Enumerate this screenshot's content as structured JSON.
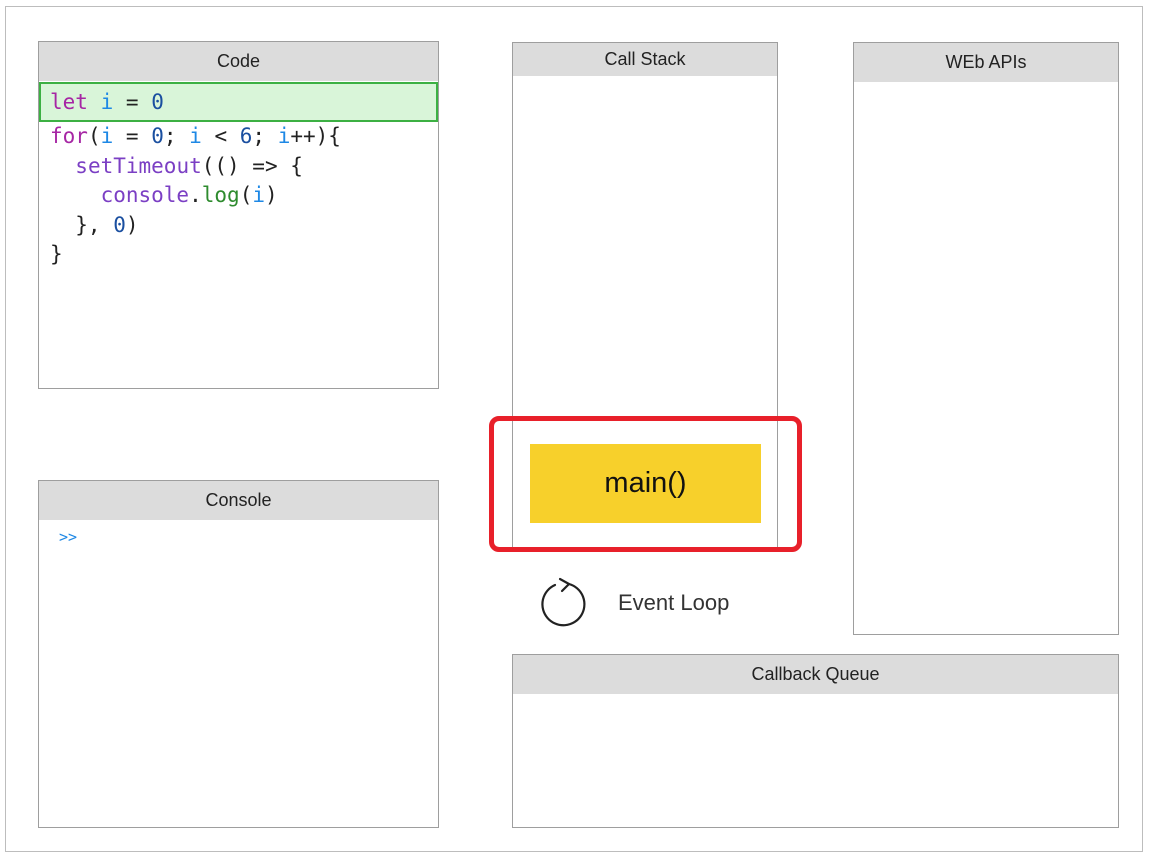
{
  "panels": {
    "code": {
      "title": "Code"
    },
    "console": {
      "title": "Console",
      "prompt": ">>"
    },
    "call_stack": {
      "title": "Call Stack",
      "frames": [
        "main()"
      ]
    },
    "web_apis": {
      "title": "WEb APIs"
    },
    "callback_queue": {
      "title": "Callback Queue"
    }
  },
  "code_lines": [
    {
      "highlighted": true,
      "tokens": [
        {
          "text": "let",
          "type": "kw"
        },
        {
          "text": " ",
          "type": "punc"
        },
        {
          "text": "i",
          "type": "var"
        },
        {
          "text": " = ",
          "type": "punc"
        },
        {
          "text": "0",
          "type": "num"
        }
      ]
    },
    {
      "highlighted": false,
      "tokens": [
        {
          "text": "for",
          "type": "kw"
        },
        {
          "text": "(",
          "type": "punc"
        },
        {
          "text": "i",
          "type": "var"
        },
        {
          "text": " = ",
          "type": "punc"
        },
        {
          "text": "0",
          "type": "num"
        },
        {
          "text": "; ",
          "type": "punc"
        },
        {
          "text": "i",
          "type": "var"
        },
        {
          "text": " < ",
          "type": "punc"
        },
        {
          "text": "6",
          "type": "num"
        },
        {
          "text": "; ",
          "type": "punc"
        },
        {
          "text": "i",
          "type": "var"
        },
        {
          "text": "++){",
          "type": "punc"
        }
      ]
    },
    {
      "highlighted": false,
      "tokens": [
        {
          "text": "  ",
          "type": "punc"
        },
        {
          "text": "setTimeout",
          "type": "fn"
        },
        {
          "text": "(() => {",
          "type": "punc"
        }
      ]
    },
    {
      "highlighted": false,
      "tokens": [
        {
          "text": "    ",
          "type": "punc"
        },
        {
          "text": "console",
          "type": "obj"
        },
        {
          "text": ".",
          "type": "punc"
        },
        {
          "text": "log",
          "type": "method"
        },
        {
          "text": "(",
          "type": "punc"
        },
        {
          "text": "i",
          "type": "var"
        },
        {
          "text": ")",
          "type": "punc"
        }
      ]
    },
    {
      "highlighted": false,
      "tokens": [
        {
          "text": "  }, ",
          "type": "punc"
        },
        {
          "text": "0",
          "type": "num"
        },
        {
          "text": ")",
          "type": "punc"
        }
      ]
    },
    {
      "highlighted": false,
      "tokens": [
        {
          "text": "}",
          "type": "punc"
        }
      ]
    }
  ],
  "event_loop": {
    "label": "Event Loop",
    "icon": "loop-arrow-icon"
  },
  "colors": {
    "highlight_line_bg": "#d9f5d9",
    "highlight_line_border": "#3cb043",
    "stack_frame": "#f7d02b",
    "attention_box": "#e8202a",
    "header_bg": "#dcdcdc"
  }
}
